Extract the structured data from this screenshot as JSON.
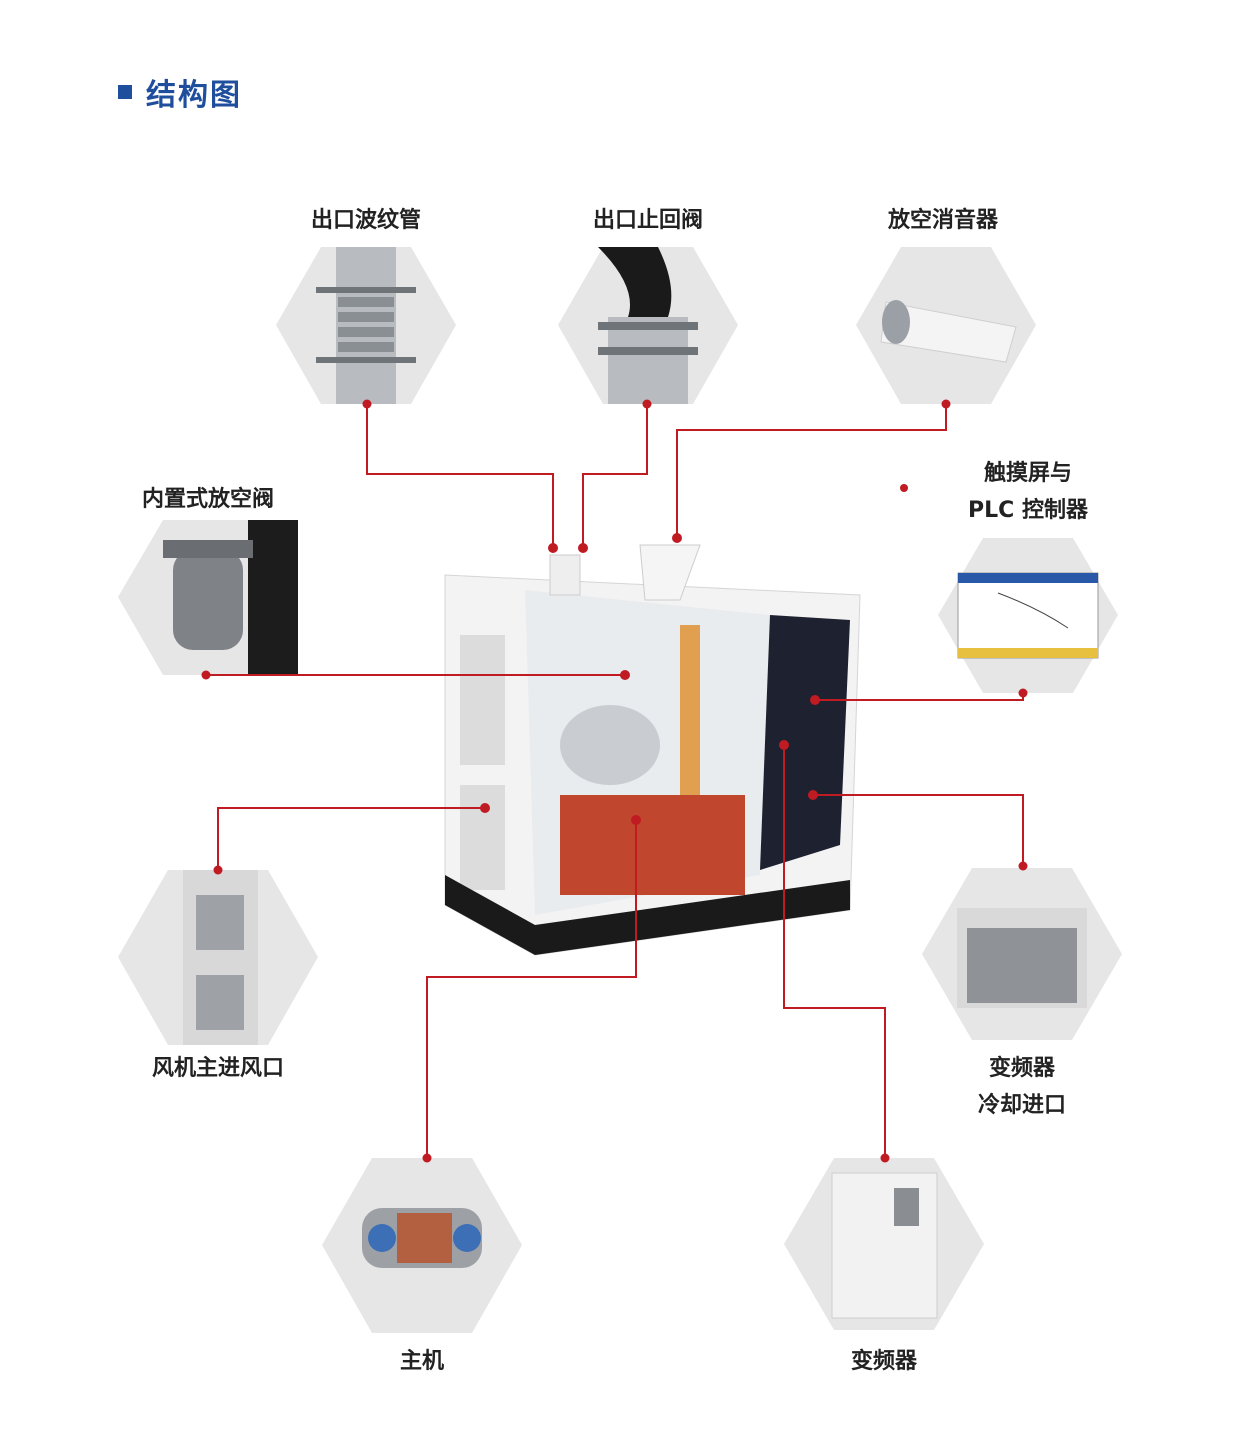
{
  "section": {
    "title": "结构图"
  },
  "components": {
    "outlet_bellows": "出口波纹管",
    "outlet_check_valve": "出口止回阀",
    "vent_silencer": "放空消音器",
    "builtin_vent_valve": "内置式放空阀",
    "touchscreen_plc_line1": "触摸屏与",
    "touchscreen_plc_line2": "PLC 控制器",
    "fan_main_inlet": "风机主进风口",
    "inverter_cooling_line1": "变频器",
    "inverter_cooling_line2": "冷却进口",
    "main_unit": "主机",
    "inverter": "变频器"
  },
  "colors": {
    "accent": "#1f4e9c",
    "leader": "#c01a22",
    "hex_bg": "#e6e6e6"
  }
}
